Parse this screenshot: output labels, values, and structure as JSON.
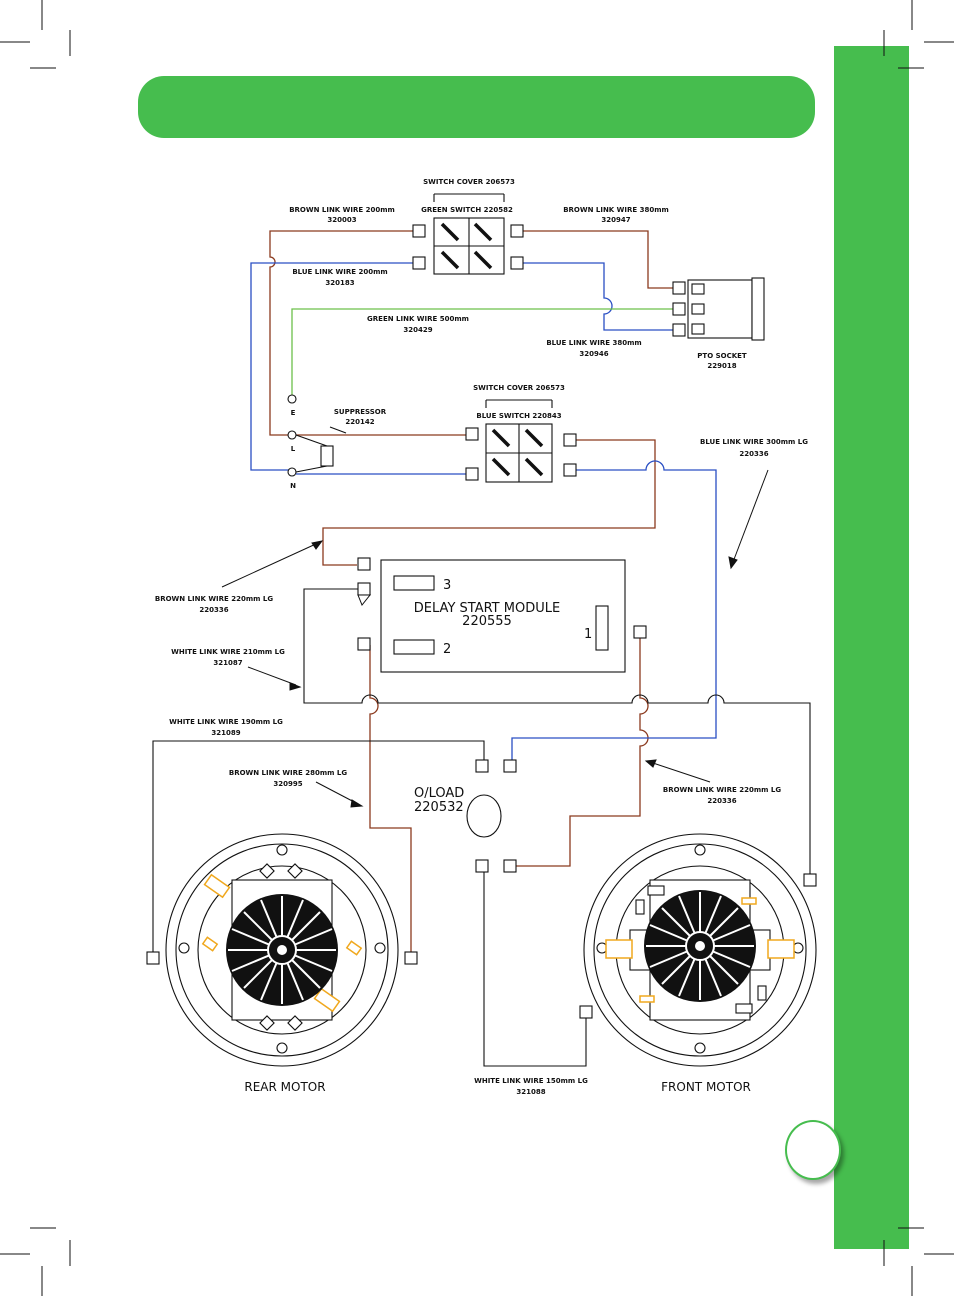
{
  "colors": {
    "accent_green": "#46bd4e",
    "wire_brown": "#8b3a1e",
    "wire_blue": "#2a4fc4",
    "wire_green": "#6cc04a",
    "wire_white": "#111111",
    "terminal_orange": "#f0a81e"
  },
  "labels": {
    "switch_cover_1": "SWITCH  COVER  206573",
    "green_switch": "GREEN  SWITCH  220582",
    "brown_200_title": "BROWN  LINK  WIRE  200mm",
    "brown_200_code": "320003",
    "brown_380_title": "BROWN  LINK  WIRE  380mm",
    "brown_380_code": "320947",
    "blue_200_title": "BLUE  LINK  WIRE  200mm",
    "blue_200_code": "320183",
    "green_500_title": "GREEN  LINK  WIRE  500mm",
    "green_500_code": "320429",
    "blue_380_title": "BLUE  LINK  WIRE  380mm",
    "blue_380_code": "320946",
    "pto_title": "PTO  SOCKET",
    "pto_code": "229018",
    "switch_cover_2": "SWITCH  COVER  206573",
    "blue_switch": "BLUE  SWITCH  220843",
    "suppressor_title": "SUPPRESSOR",
    "suppressor_code": "220142",
    "terminal_e": "E",
    "terminal_l": "L",
    "terminal_n": "N",
    "blue_300_title": "BLUE  LINK  WIRE  300mm  LG",
    "blue_300_code": "220336",
    "brown_220a_title": "BROWN  LINK  WIRE  220mm  LG",
    "brown_220a_code": "220336",
    "white_210_title": "WHITE  LINK  WIRE  210mm  LG",
    "white_210_code": "321087",
    "module_title": "DELAY  START  MODULE",
    "module_code": "220555",
    "module_pin_3": "3",
    "module_pin_2": "2",
    "module_pin_1": "1",
    "white_190_title": "WHITE  LINK  WIRE  190mm  LG",
    "white_190_code": "321089",
    "brown_280_title": "BROWN  LINK  WIRE  280mm  LG",
    "brown_280_code": "320995",
    "oload_title": "O/LOAD",
    "oload_code": "220532",
    "brown_220b_title": "BROWN  LINK  WIRE  220mm  LG",
    "brown_220b_code": "220336",
    "white_150_title": "WHITE  LINK  WIRE  150mm  LG",
    "white_150_code": "321088",
    "rear_motor": "REAR  MOTOR",
    "front_motor": "FRONT  MOTOR"
  }
}
